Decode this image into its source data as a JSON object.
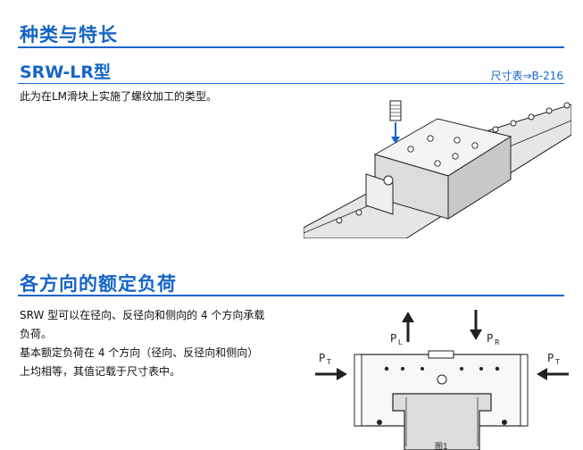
{
  "sections": {
    "types_title": "种类与特长",
    "load_title": "各方向的额定负荷"
  },
  "srwlr": {
    "title": "SRW-LR型",
    "ref": "尺寸表⇒B-216",
    "desc": "此为在LM滑块上实施了螺纹加工的类型。"
  },
  "load": {
    "para1_line1": "SRW 型可以在径向、反径向和侧向的 4 个方向承载",
    "para1_line2": "负荷。",
    "para2_line1": "基本额定负荷在 4 个方向（径向、反径向和侧向）",
    "para2_line2": "上均相等，其值记载于尺寸表中。",
    "labels": {
      "pl": "P",
      "pl_sub": "L",
      "pr": "P",
      "pr_sub": "R",
      "pt_left": "P",
      "pt_left_sub": "T",
      "pt_right": "P",
      "pt_right_sub": "T"
    },
    "caption": "图1"
  },
  "colors": {
    "accent": "#1565c8",
    "arrow": "#1565c8"
  }
}
